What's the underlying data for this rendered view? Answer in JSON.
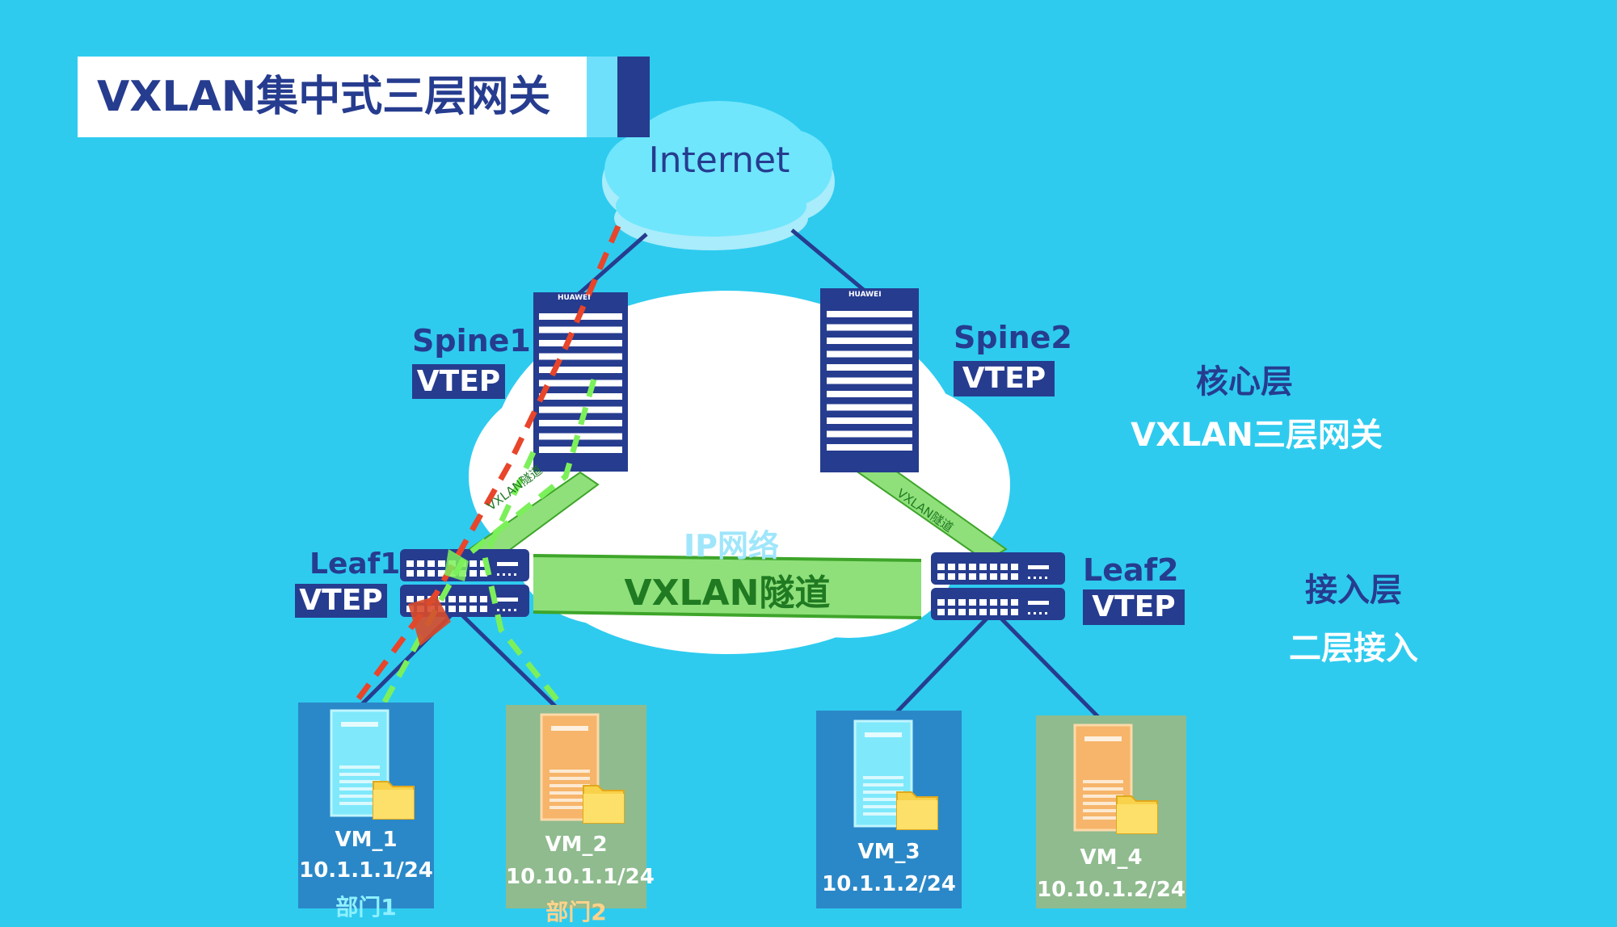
{
  "title": "VXLAN集中式三层网关",
  "internet": {
    "label": "Internet"
  },
  "ip_network": {
    "label": "IP网络"
  },
  "spines": [
    {
      "name": "Spine1",
      "vtep": "VTEP",
      "brand": "HUAWEI"
    },
    {
      "name": "Spine2",
      "vtep": "VTEP",
      "brand": "HUAWEI"
    }
  ],
  "leafs": [
    {
      "name": "Leaf1",
      "vtep": "VTEP"
    },
    {
      "name": "Leaf2",
      "vtep": "VTEP"
    }
  ],
  "tunnels": {
    "main": "VXLAN隧道",
    "spine1_leaf1": "VXLAN隧道",
    "spine2_leaf2": "VXLAN隧道"
  },
  "layers": {
    "core": {
      "name": "核心层",
      "role": "VXLAN三层网关"
    },
    "access": {
      "name": "接入层",
      "role": "二层接入"
    }
  },
  "vms": [
    {
      "name": "VM_1",
      "ip": "10.1.1.1/24",
      "dept": "部门1",
      "color": "#2a88c8",
      "server": "cyan"
    },
    {
      "name": "VM_2",
      "ip": "10.10.1.1/24",
      "dept": "部门2",
      "color": "#8fbb8e",
      "server": "orange"
    },
    {
      "name": "VM_3",
      "ip": "10.1.1.2/24",
      "dept": "",
      "color": "#2a88c8",
      "server": "cyan"
    },
    {
      "name": "VM_4",
      "ip": "10.10.1.2/24",
      "dept": "",
      "color": "#8fbb8e",
      "server": "orange"
    }
  ],
  "colors": {
    "background": "#2ecbef",
    "navy": "#263c8f",
    "tunnel_green": "#8fe07a",
    "path_red": "#e8452a",
    "path_green": "#7cf05a"
  }
}
